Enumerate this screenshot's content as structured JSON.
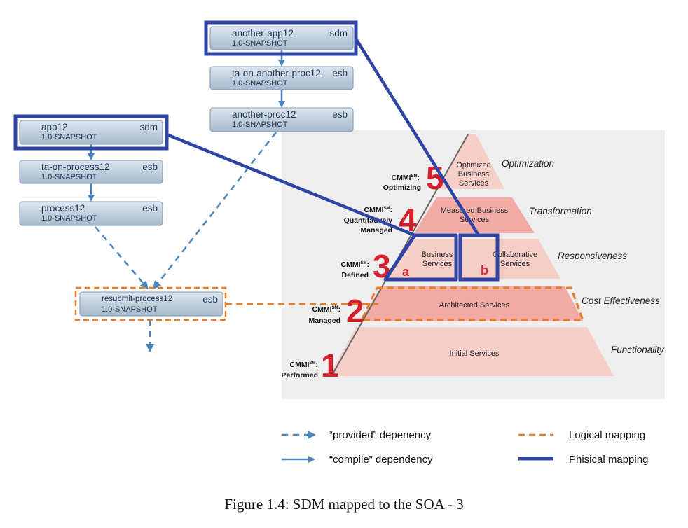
{
  "caption": "Figure 1.4: SDM mapped to the SOA - 3",
  "modules": {
    "another_app": {
      "name": "another-app12",
      "version": "1.0-SNAPSHOT",
      "type": "sdm"
    },
    "ta_another_proc": {
      "name": "ta-on-another-proc12",
      "version": "1.0-SNAPSHOT",
      "type": "esb"
    },
    "another_proc": {
      "name": "another-proc12",
      "version": "1.0-SNAPSHOT",
      "type": "esb"
    },
    "app": {
      "name": "app12",
      "version": "1.0-SNAPSHOT",
      "type": "sdm"
    },
    "ta_process": {
      "name": "ta-on-process12",
      "version": "1.0-SNAPSHOT",
      "type": "esb"
    },
    "process": {
      "name": "process12",
      "version": "1.0-SNAPSHOT",
      "type": "esb"
    },
    "resubmit": {
      "name": "resubmit-process12",
      "version": "1.0-SNAPSHOT",
      "type": "esb"
    }
  },
  "pyramid": {
    "levels": [
      {
        "num": "5",
        "cmmi_line1": "CMMI",
        "cmmi_line2": "Optimizing",
        "services": [
          "Optimized",
          "Business",
          "Services"
        ],
        "outcome": "Optimization"
      },
      {
        "num": "4",
        "cmmi_line1": "CMMI",
        "cmmi_line2": "Quantitatively",
        "cmmi_line3": "Managed",
        "services": [
          "Measured Business",
          "Services"
        ],
        "outcome": "Transformation"
      },
      {
        "num": "3",
        "cmmi_line1": "CMMI",
        "cmmi_line2": "Defined",
        "services_left": [
          "Business",
          "Services"
        ],
        "services_right": [
          "Collaborative",
          "Services"
        ],
        "outcome": "Responsiveness"
      },
      {
        "num": "2",
        "cmmi_line1": "CMMI",
        "cmmi_line2": "Managed",
        "services": [
          "Architected Services"
        ],
        "outcome": "Cost Effectiveness"
      },
      {
        "num": "1",
        "cmmi_line1": "CMMI",
        "cmmi_line2": "Performed",
        "services": [
          "Initial Services"
        ],
        "outcome": "Functionality"
      }
    ],
    "sm_mark": "SM",
    "sub_a": "a",
    "sub_b": "b"
  },
  "legend": {
    "provided": "“provided” depenency",
    "compile": "“compile” dependency",
    "logical": "Logical mapping",
    "physical": "Phisical mapping"
  },
  "colors": {
    "module_fill_top": "#d9e2ec",
    "module_fill_bottom": "#a9bccf",
    "module_text": "#1f3550",
    "arrow": "#4a85bd",
    "physical": "#2f45a5",
    "logical": "#f07a22",
    "pyramid_light": "#f6cfc9",
    "pyramid_mid": "#f2aaa5",
    "level_number": "#d2202f",
    "panel_bg": "#eeeeee"
  }
}
